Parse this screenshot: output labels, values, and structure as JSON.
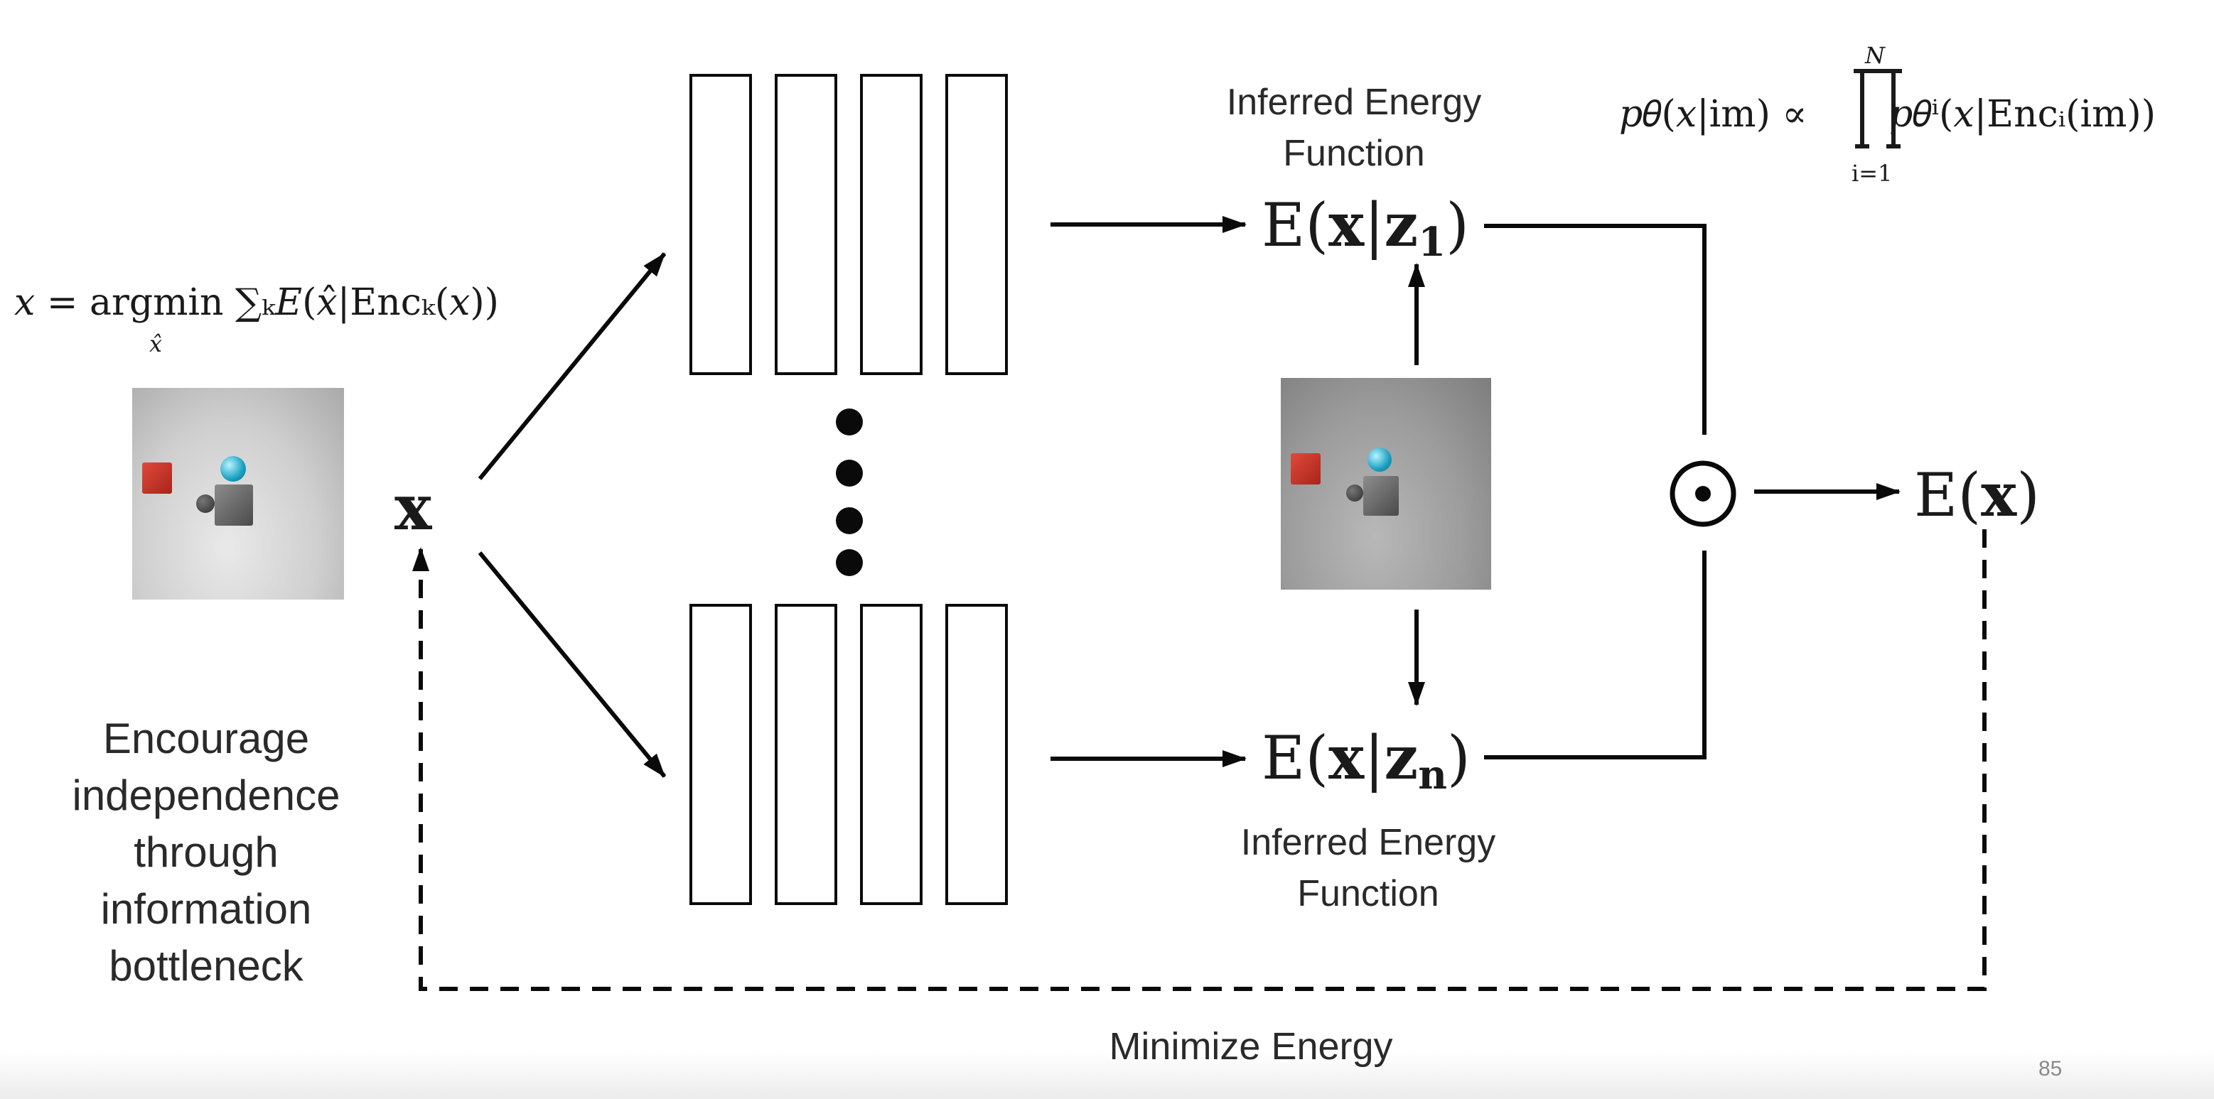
{
  "formulas": {
    "objective_main": "𝑥 = argmin ∑ₖ𝐸(𝑥̂|Encₖ(𝑥))",
    "objective_sub": "x̂",
    "product_left": "𝑝𝜃(𝑥|im) ∝",
    "product_upper": "N",
    "product_lower": "i=1",
    "product_right": "𝑝𝜃ⁱ(𝑥|Encᵢ(im))"
  },
  "nodes": {
    "input": "x",
    "energy_top": {
      "E": "E",
      "paren_open": "(",
      "x": "x",
      "bar": "|",
      "z": "z",
      "sub": "1",
      "paren_close": ")"
    },
    "energy_bottom": {
      "E": "E",
      "paren_open": "(",
      "x": "x",
      "bar": "|",
      "z": "z",
      "sub": "n",
      "paren_close": ")"
    },
    "energy_total": {
      "E": "E",
      "paren_open": "(",
      "x": "x",
      "paren_close": ")"
    },
    "product_operator": "⊙"
  },
  "labels": {
    "inferred_top": [
      "Inferred Energy",
      "Function"
    ],
    "inferred_bottom": [
      "Inferred Energy",
      "Function"
    ],
    "independence_note": [
      "Encourage",
      "independence",
      "through",
      "information",
      "bottleneck"
    ],
    "minimize": "Minimize Energy",
    "page_number": "85"
  },
  "colors": {
    "stroke": "#0a0a0a",
    "text": "#1a1a1a",
    "background": "#ffffff"
  }
}
